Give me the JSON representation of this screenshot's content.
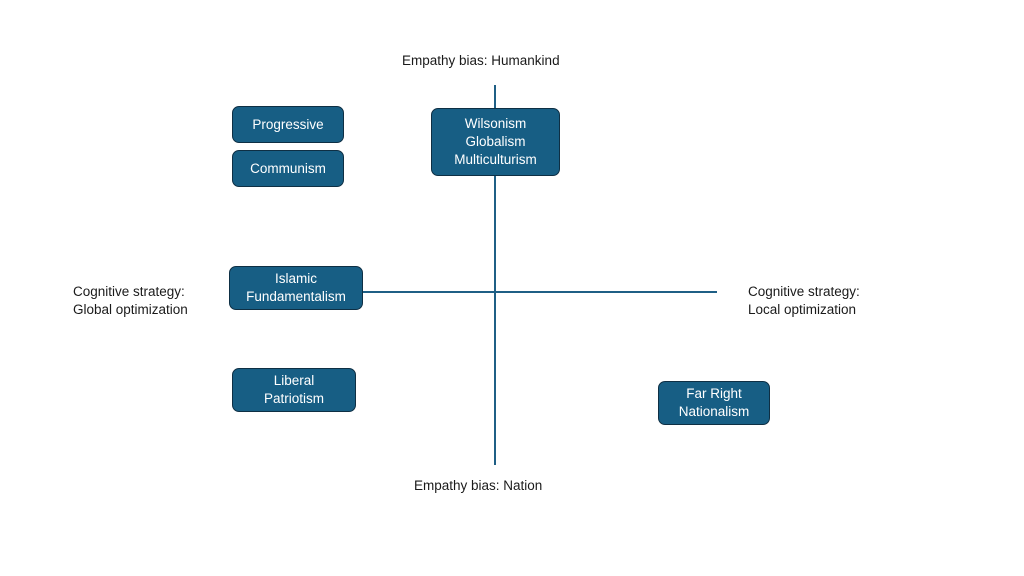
{
  "axes": {
    "top": "Empathy bias: Humankind",
    "bottom": "Empathy bias: Nation",
    "left": [
      "Cognitive strategy:",
      "Global optimization"
    ],
    "right": [
      "Cognitive strategy:",
      "Local optimization"
    ]
  },
  "colors": {
    "box_fill": "#175e84",
    "box_border": "#0e2f44",
    "axis": "#1f5f85"
  },
  "nodes": {
    "progressive": [
      "Progressive"
    ],
    "communism": [
      "Communism"
    ],
    "wilsonism": [
      "Wilsonism",
      "Globalism",
      "Multiculturism"
    ],
    "islamic": [
      "Islamic",
      "Fundamentalism"
    ],
    "liberal": [
      "Liberal",
      "Patriotism"
    ],
    "far_right": [
      "Far Right",
      "Nationalism"
    ]
  }
}
